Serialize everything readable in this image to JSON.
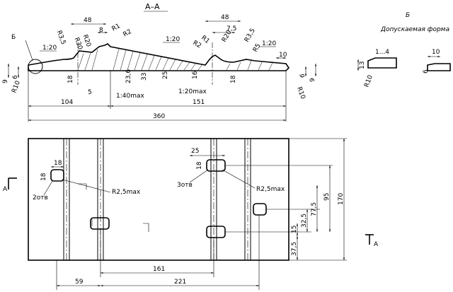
{
  "section_title": "А–А",
  "detail_title": "Б",
  "detail_subtitle": "Допускаемая форма",
  "section_marks": {
    "left": "А",
    "right": "А"
  },
  "profile_labels": {
    "callout_b": "Б",
    "slope_left": "1:20",
    "slope_top": "1:20",
    "slope_right": "1:20",
    "slope_bottom": "1:20max",
    "taper_bottom": "1:40max",
    "r3_5_left": "R3,5",
    "r30": "R30",
    "r20_left": "R20",
    "r1_left": "R1",
    "r2_left": "R2",
    "r2_right": "R2",
    "r1_right": "R1",
    "r20_right": "R20",
    "r3_5_right": "R3,5",
    "r5": "R5",
    "r10_left": "R10",
    "r10_right": "R10"
  },
  "profile_dims": {
    "d48_left": "48",
    "d8": "8",
    "d48_right": "48",
    "d7_5": "7,5",
    "d10": "10",
    "d18_left": "18",
    "d5": "5",
    "d23_6": "23,6",
    "d33": "33",
    "d25": "25",
    "d16": "16",
    "d18_right": "18",
    "d9_left": "9",
    "d6_left": "6",
    "d6_right": "6",
    "d9_right": "9",
    "d104": "104",
    "d151": "151",
    "d360": "360"
  },
  "detail_labels": {
    "d13": "13",
    "d1_4": "1...4",
    "r10": "R10",
    "d10": "10",
    "d6": "6"
  },
  "plan_labels": {
    "d18_top": "18",
    "d18_side": "18",
    "holes_2": "2отв",
    "r2_5_left": "R2,5max",
    "d25": "25",
    "d18_right": "18",
    "holes_3": "3отв",
    "r2_5_right": "R2,5max",
    "d95": "95",
    "d77_5": "77,5",
    "d32_5": "32,5",
    "d15": "15",
    "d37_5": "37,5",
    "d170": "170",
    "d161": "161",
    "d59": "59",
    "d221": "221"
  }
}
